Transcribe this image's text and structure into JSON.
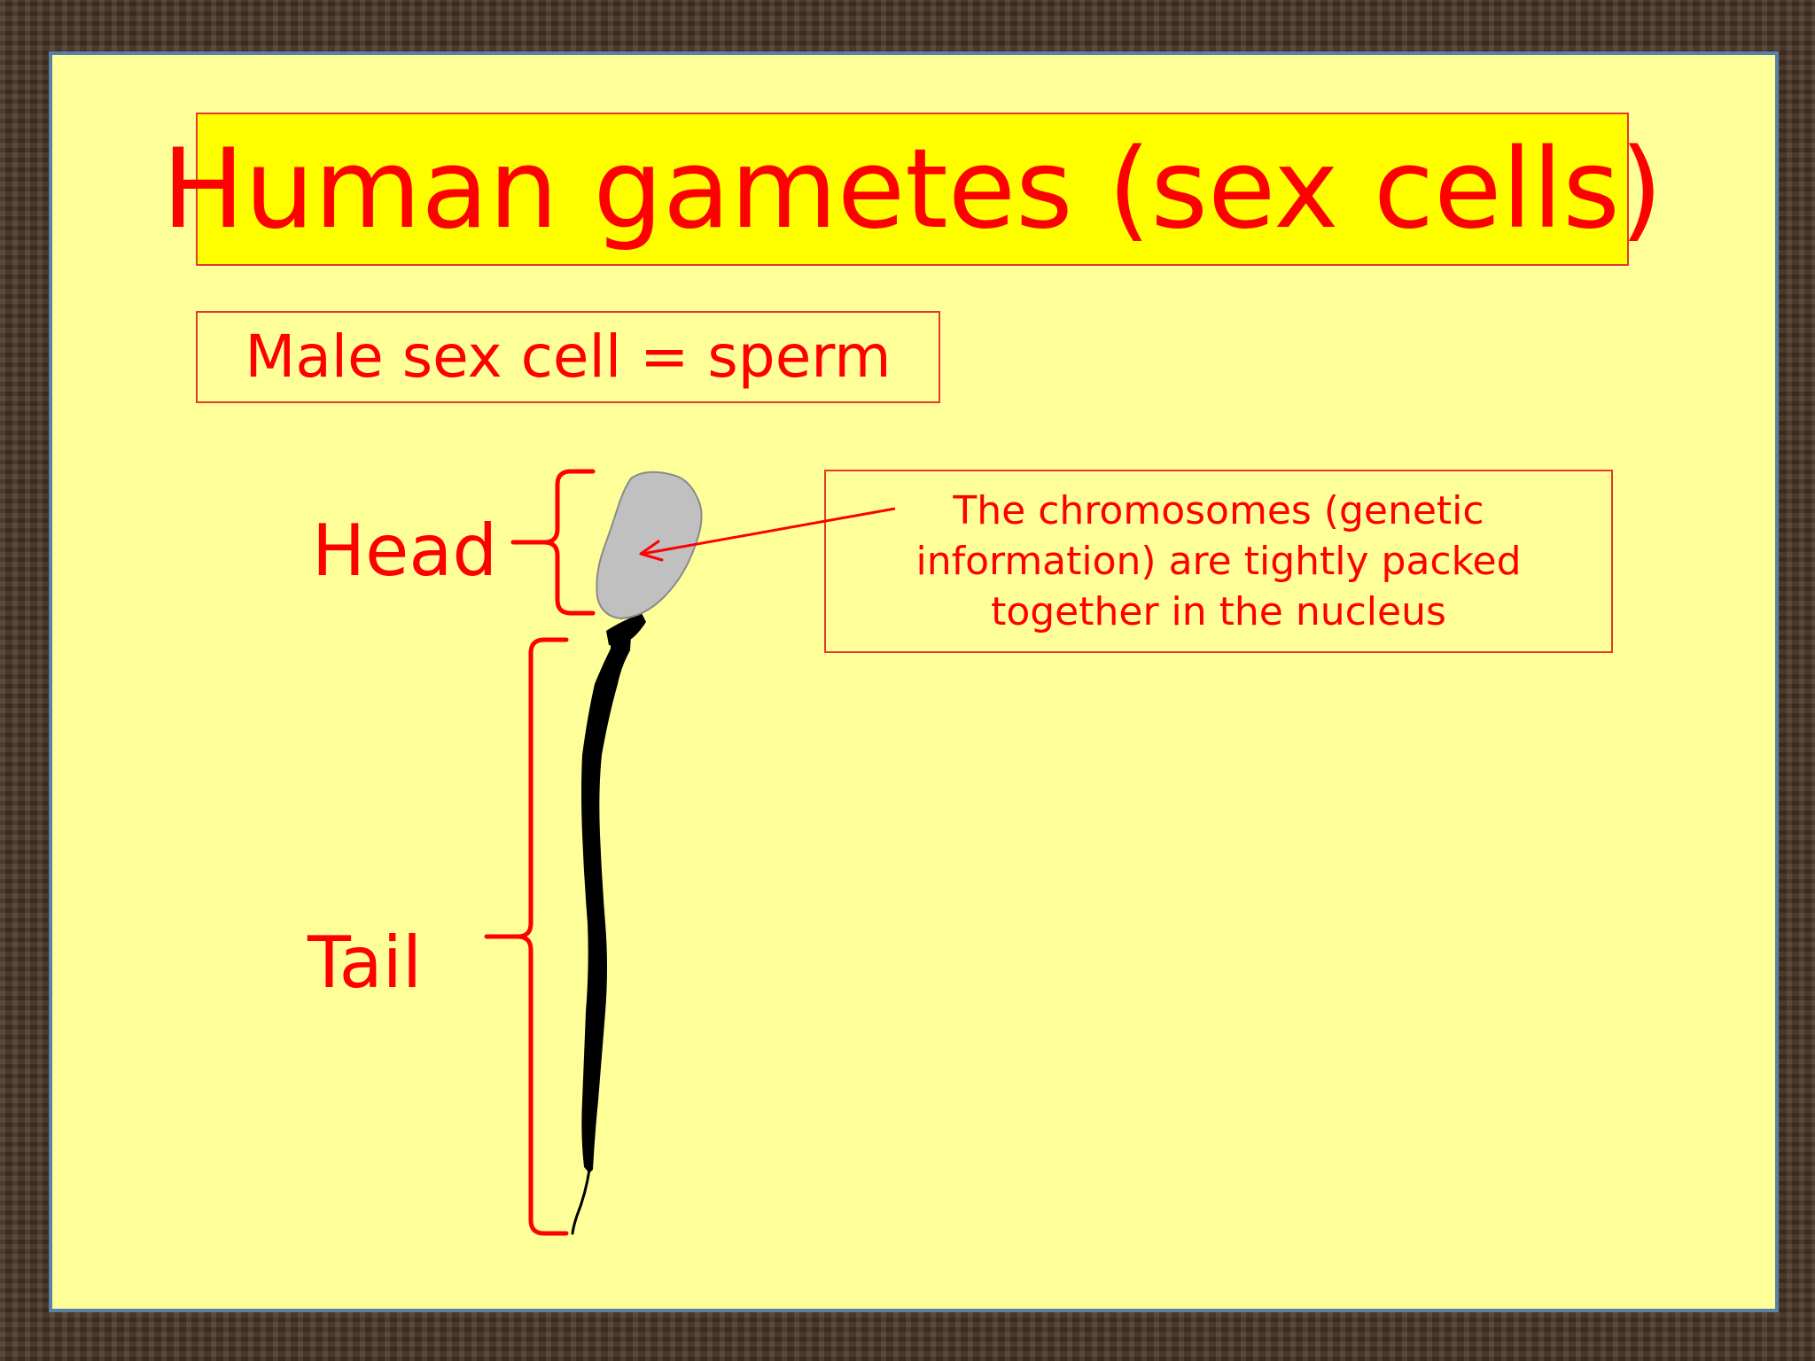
{
  "slide": {
    "title": "Human gametes (sex cells)",
    "subtitle": "Male sex cell = sperm",
    "labels": {
      "head": "Head",
      "tail": "Tail"
    },
    "callout": "The chromosomes (genetic information) are tightly packed together in the nucleus"
  },
  "colors": {
    "background": "#ffff99",
    "title_fill": "#ffff00",
    "text": "#ff0000",
    "sperm_head": "#c0c0c0",
    "sperm_tail": "#000000",
    "frame": "#4a3727"
  }
}
